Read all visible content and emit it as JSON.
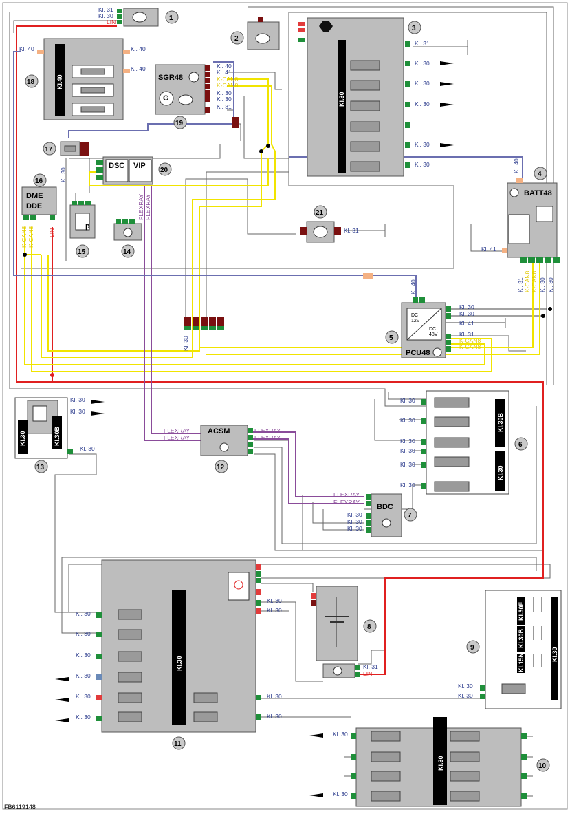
{
  "figure_code": "FB6119148",
  "components": {
    "c1": {
      "num": "1"
    },
    "c2": {
      "num": "2"
    },
    "c3": {
      "num": "3",
      "bar": "Kl.30"
    },
    "c4": {
      "num": "4",
      "name": "BATT48"
    },
    "c5": {
      "num": "5",
      "name": "PCU48",
      "dc_in": "DC\n12V",
      "dc_out": "DC\n48V"
    },
    "c6": {
      "num": "6",
      "bar1": "Kl.30B",
      "bar2": "Kl.30"
    },
    "c7": {
      "num": "7",
      "name": "BDC"
    },
    "c8": {
      "num": "8"
    },
    "c9": {
      "num": "9",
      "bar1": "Kl.30F",
      "bar2": "Kl.30B",
      "bar3": "Kl.15N",
      "bar4": "Kl.30"
    },
    "c10": {
      "num": "10",
      "bar": "Kl.30"
    },
    "c11": {
      "num": "11",
      "bar": "Kl.30"
    },
    "c12": {
      "num": "12",
      "name": "ACSM"
    },
    "c13": {
      "num": "13",
      "bar1": "Kl.30",
      "bar2": "Kl.30B"
    },
    "c14": {
      "num": "14"
    },
    "c15": {
      "num": "15",
      "p": "p"
    },
    "c16": {
      "num": "16",
      "name1": "DME",
      "name2": "DDE"
    },
    "c17": {
      "num": "17"
    },
    "c18": {
      "num": "18",
      "bar": "Kl.40"
    },
    "c19": {
      "num": "19",
      "name": "SGR48",
      "g": "G"
    },
    "c20": {
      "num": "20",
      "dsc": "DSC",
      "vip": "VIP"
    },
    "c21": {
      "num": "21"
    }
  },
  "labels": {
    "kl30": "Kl. 30",
    "kl31": "Kl. 31",
    "kl40": "Kl. 40",
    "kl41": "Kl. 41",
    "lin": "LIN",
    "kcan8": "K-CAN8",
    "flexray": "FLEXRAY"
  }
}
